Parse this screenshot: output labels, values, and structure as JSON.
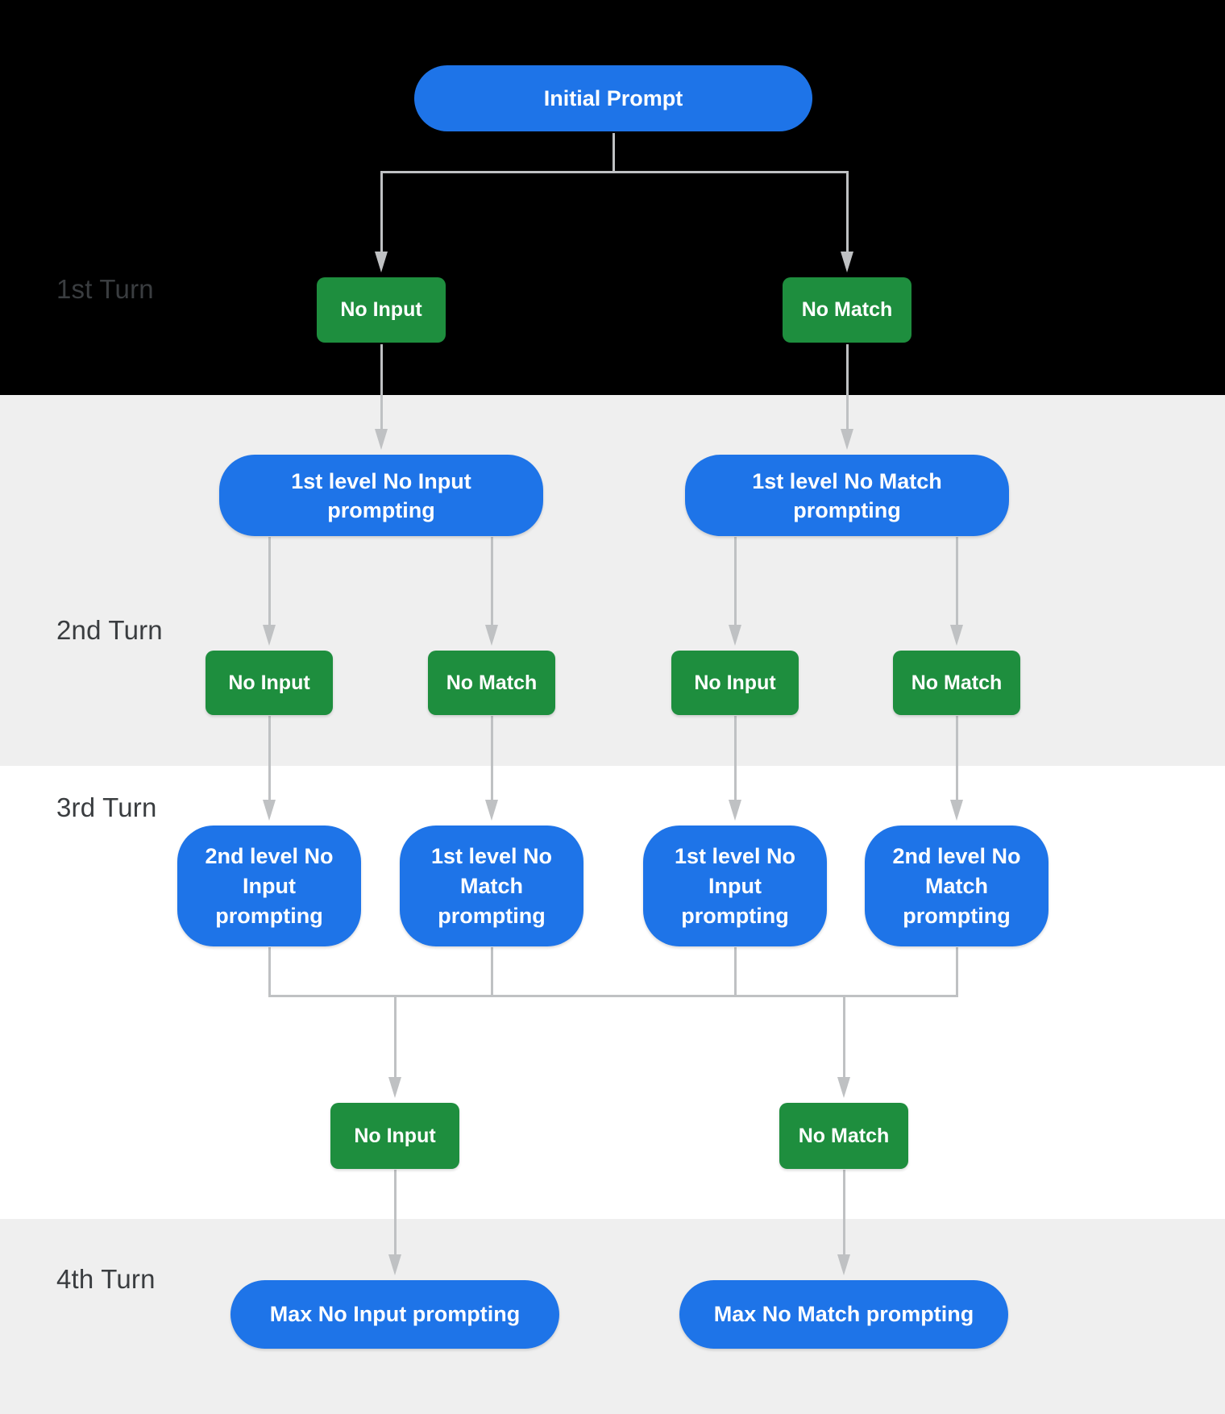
{
  "colors": {
    "blue": "#1e74e8",
    "green": "#1e8e3e",
    "line": "#bfc1c3",
    "label": "#3a3d40",
    "band_dark": "#000000",
    "band_gray": "#efefef",
    "band_white": "#ffffff"
  },
  "turn_labels": {
    "turn1": "1st Turn",
    "turn2": "2nd Turn",
    "turn3": "3rd Turn",
    "turn4": "4th Turn"
  },
  "nodes": {
    "initial_prompt": "Initial Prompt",
    "t1_no_input": "No Input",
    "t1_no_match": "No Match",
    "t2_left_prompt": "1st level No Input prompting",
    "t2_right_prompt": "1st level No Match prompting",
    "t2_no_input_a": "No Input",
    "t2_no_match_a": "No Match",
    "t2_no_input_b": "No Input",
    "t2_no_match_b": "No Match",
    "t3_prompt_1": "2nd level No Input prompting",
    "t3_prompt_2": "1st level No Match prompting",
    "t3_prompt_3": "1st level No Input prompting",
    "t3_prompt_4": "2nd level No Match prompting",
    "t3_no_input": "No Input",
    "t3_no_match": "No Match",
    "t4_max_no_input": "Max No Input prompting",
    "t4_max_no_match": "Max No Match prompting"
  }
}
